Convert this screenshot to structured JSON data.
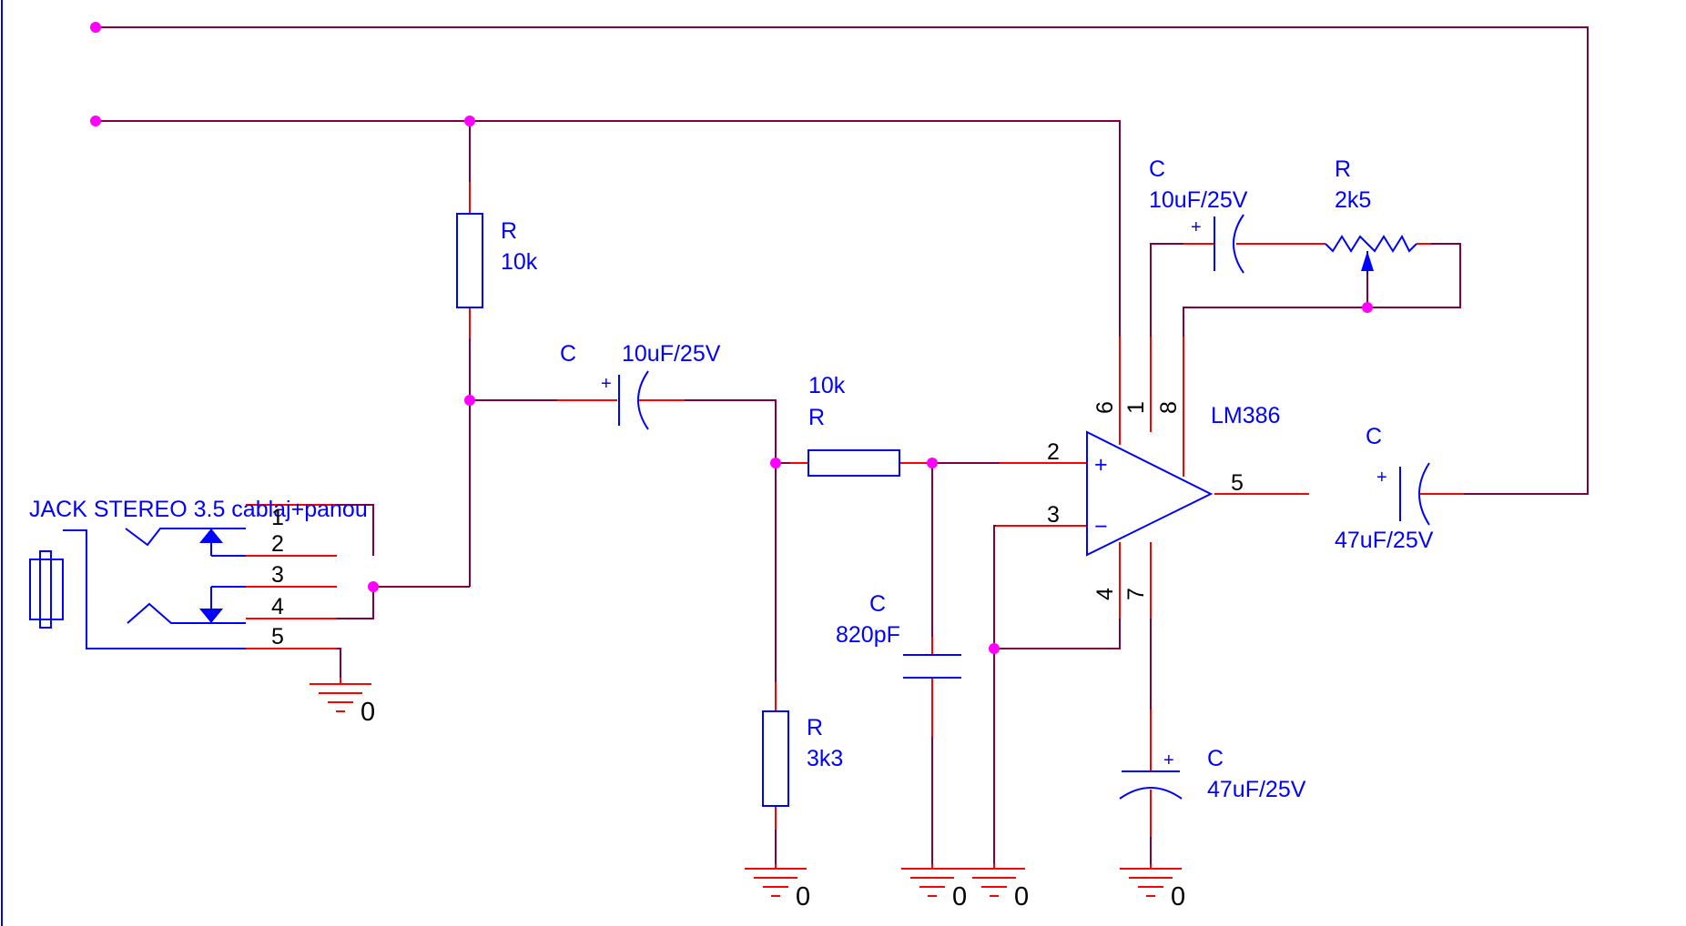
{
  "colors": {
    "wire": "#800040",
    "lead": "#ff0000",
    "part": "#0000ff",
    "junction": "#ff00ff",
    "background": "#ffffff"
  },
  "labels": {
    "r1_ref": "R",
    "r1_val": "10k",
    "c1_ref": "C",
    "c1_val": "10uF/25V",
    "r2_val": "10k",
    "r2_ref": "R",
    "r3_ref": "R",
    "r3_val": "3k3",
    "c2_ref": "C",
    "c2_val": "820pF",
    "c3_ref": "C",
    "c3_val": "10uF/25V",
    "pot_ref": "R",
    "pot_val": "2k5",
    "ic_name": "LM386",
    "c4_ref": "C",
    "c4_val": "47uF/25V",
    "c5_ref": "C",
    "c5_val": "47uF/25V",
    "jack_name": "JACK STEREO 3.5 cablaj+panou",
    "plus": "+",
    "minus": "−",
    "ground": "0"
  },
  "pins": {
    "ic": {
      "p2": "2",
      "p3": "3",
      "p4": "4",
      "p5": "5",
      "p6": "6",
      "p7": "7",
      "p1": "1",
      "p8": "8"
    },
    "jack": {
      "p1": "1",
      "p2": "2",
      "p3": "3",
      "p4": "4",
      "p5": "5"
    }
  }
}
